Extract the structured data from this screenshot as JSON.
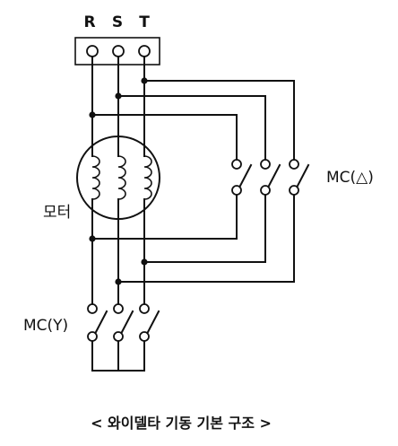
{
  "diagram": {
    "phases": [
      "R",
      "S",
      "T"
    ],
    "motor_label": "모터",
    "mc_delta_label": "MC(△)",
    "mc_star_label": "MC(Y)",
    "caption": "< 와이델타 기동 기본 구조 >"
  },
  "colors": {
    "line": "#111111",
    "background": "#ffffff"
  }
}
